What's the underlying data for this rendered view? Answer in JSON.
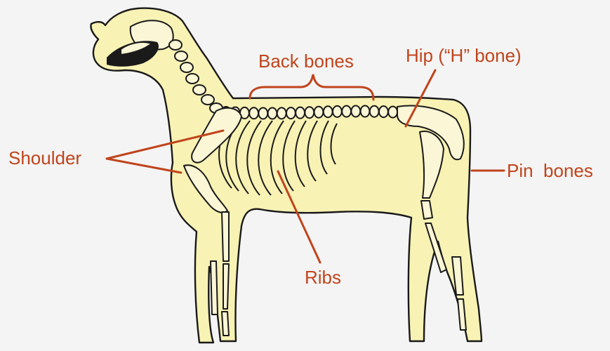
{
  "colors": {
    "background": "#f4f4f4",
    "body_fill": "#f8f2b4",
    "bone_fill": "#fbf6d6",
    "outline": "#1a1a1a",
    "label": "#c0441c"
  },
  "labels": {
    "back_bones": "Back bones",
    "hip": "Hip (“H” bone)",
    "shoulder": "Shoulder",
    "pin_bones": "Pin  bones",
    "ribs": "Ribs"
  }
}
